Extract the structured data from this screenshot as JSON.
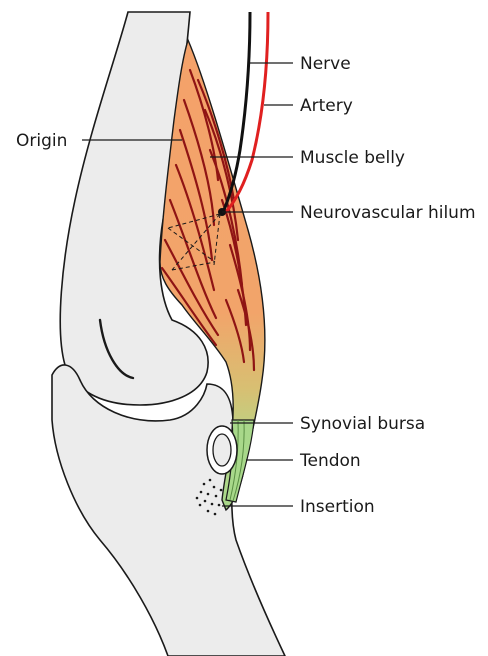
{
  "labels": {
    "nerve": "Nerve",
    "artery": "Artery",
    "origin": "Origin",
    "muscle_belly": "Muscle belly",
    "neurovascular_hilum": "Neurovascular hilum",
    "synovial_bursa": "Synovial bursa",
    "tendon": "Tendon",
    "insertion": "Insertion"
  },
  "colors": {
    "muscle": "#f4a26a",
    "muscle_fiber": "#8f1414",
    "tendon": "#a8d88a",
    "bone": "#ececec",
    "artery": "#e02020",
    "nerve": "#111111",
    "outline": "#1a1a1a"
  }
}
